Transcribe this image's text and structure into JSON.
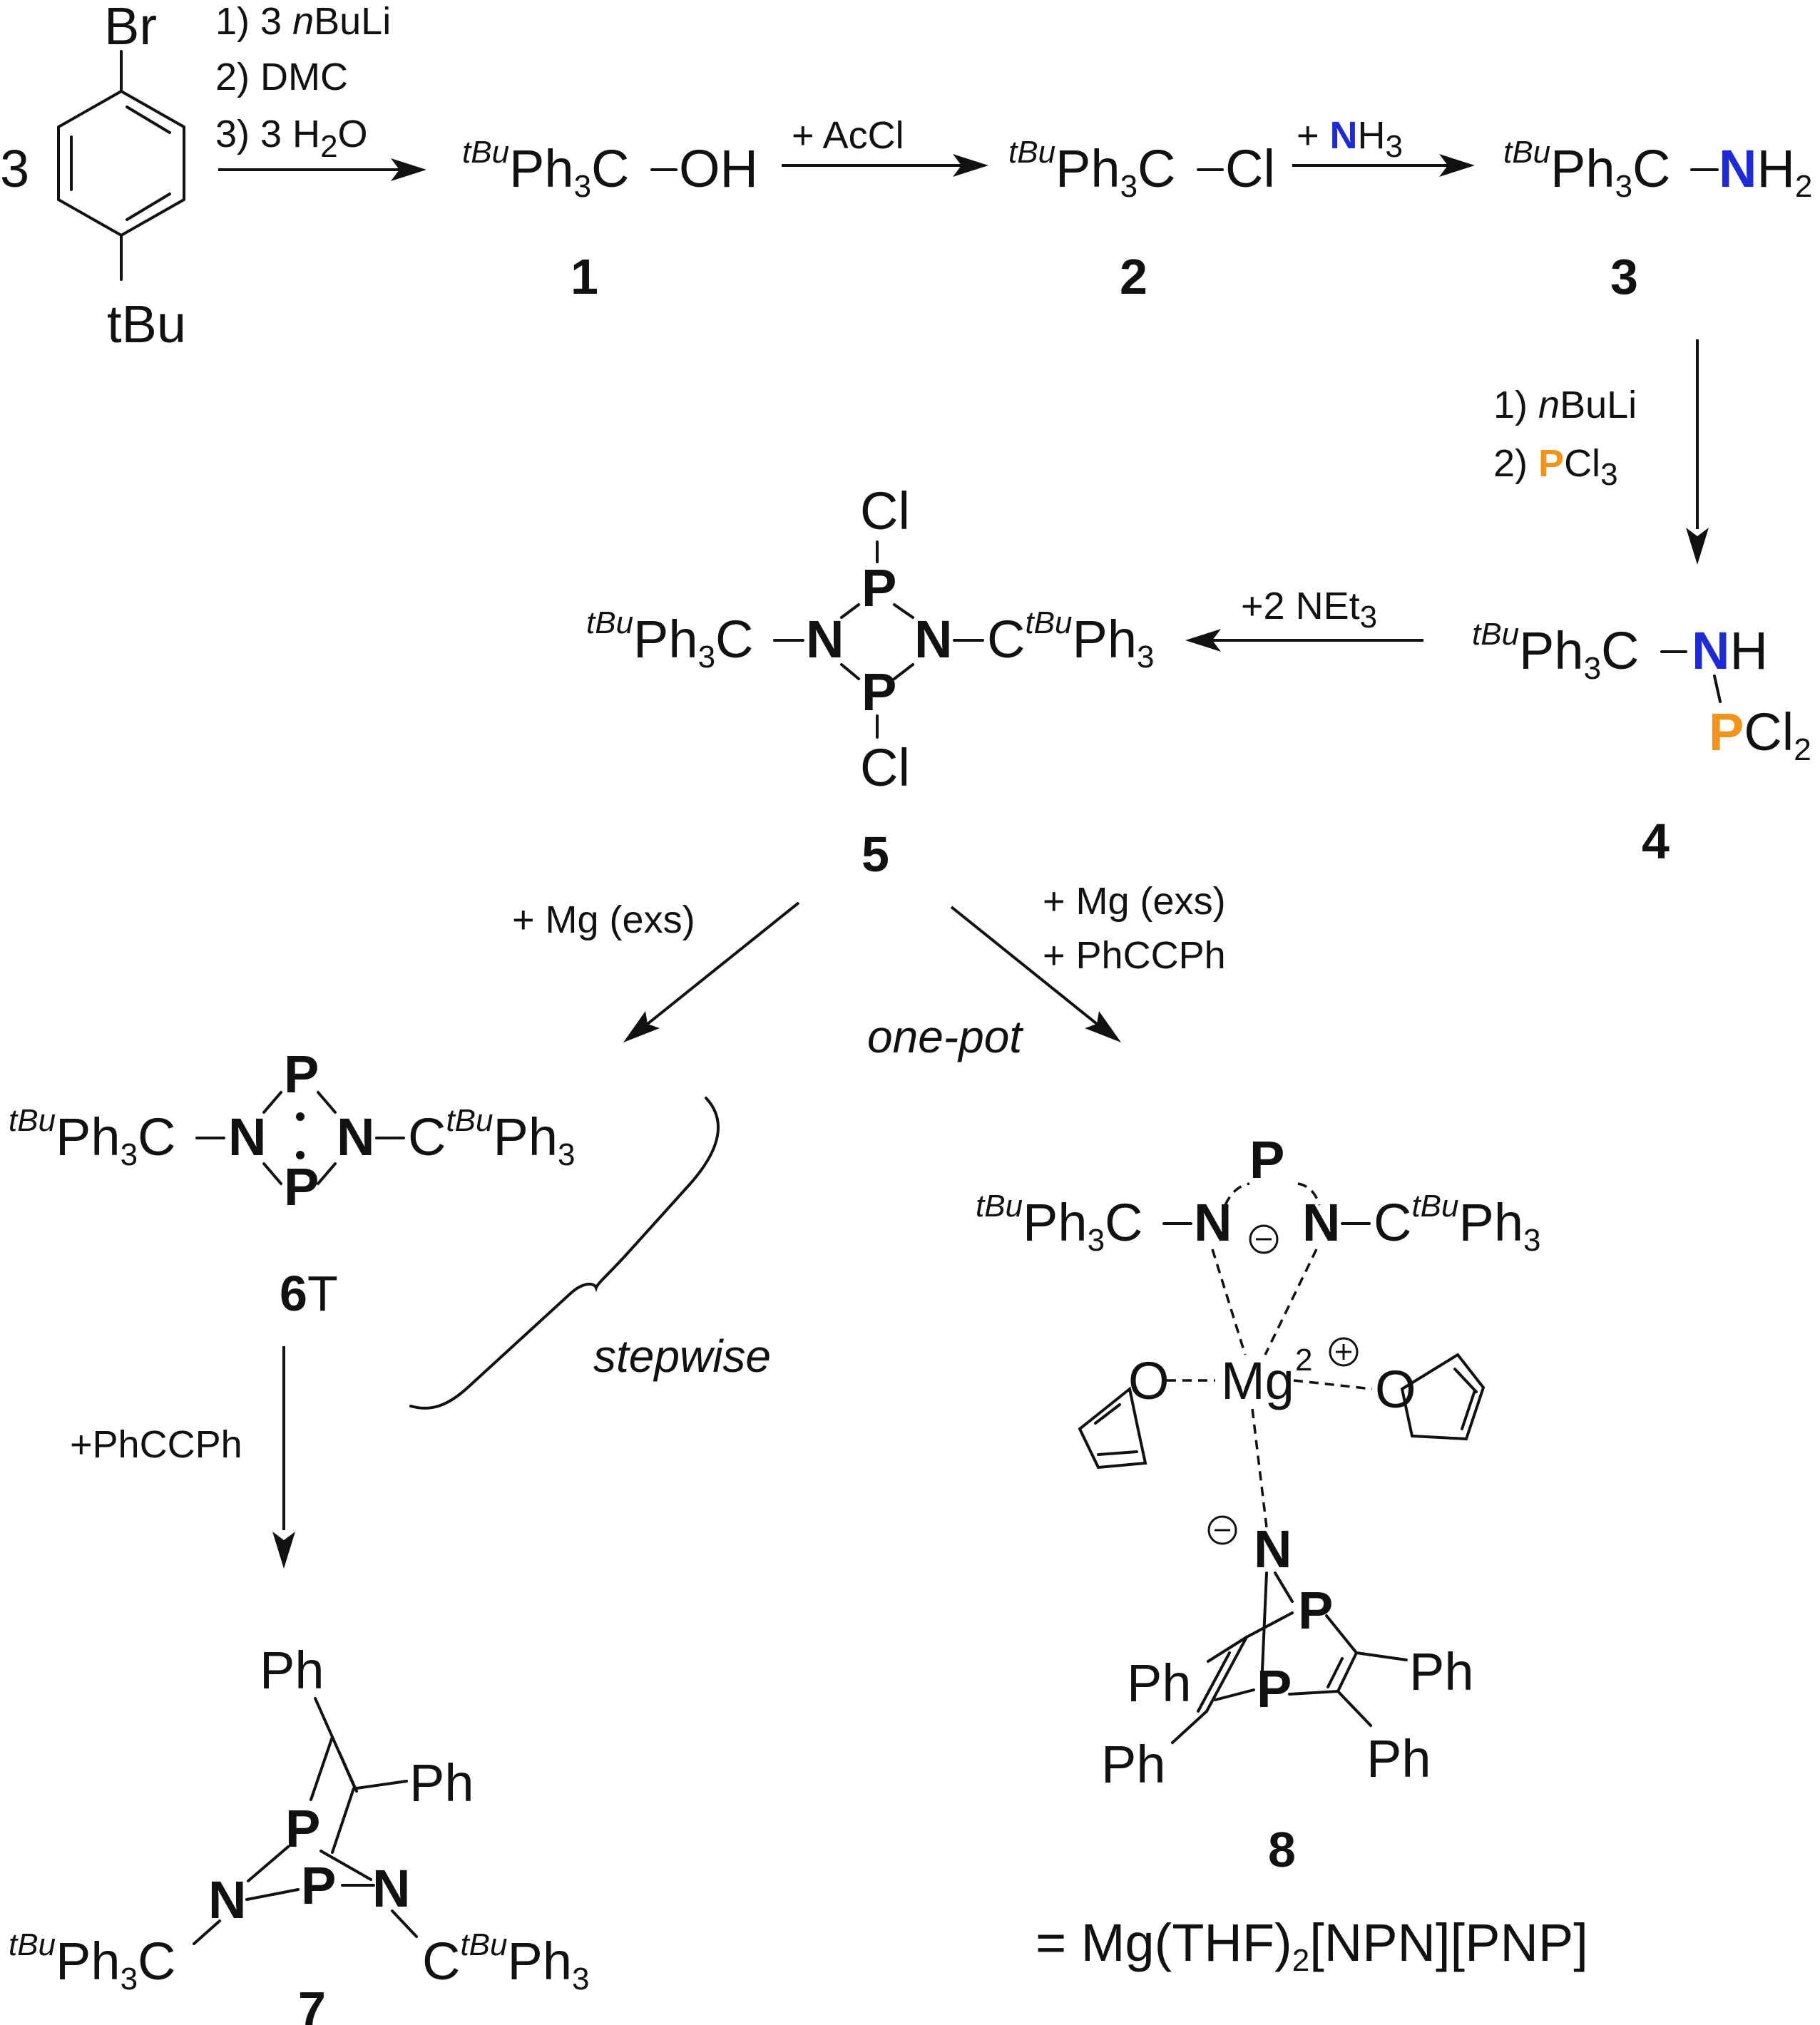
{
  "colors": {
    "N": "#1d2ad6",
    "P": "#f2941c",
    "text": "#111111",
    "annotation": "#8e8e8e"
  },
  "start": {
    "coeff": "3",
    "br": "Br",
    "tbu": "tBu"
  },
  "step1": {
    "c1": "1) 3 ",
    "c1i": "n",
    "c1b": "BuLi",
    "c2": "2) DMC",
    "c3a": "3) 3 H",
    "c3s": "2",
    "c3b": "O"
  },
  "step2": {
    "reagent": "+ AcCl"
  },
  "step3": {
    "plus": "+ ",
    "n": "N",
    "h": "H",
    "sub3": "3"
  },
  "step4": {
    "c1": "1) ",
    "c1i": "n",
    "c1b": "BuLi",
    "c2": "2) ",
    "p": "P",
    "cl": "Cl",
    "sub3": "3"
  },
  "step5": {
    "reagent": "+2 NEt",
    "sub3": "3"
  },
  "step6": {
    "reagent": "+ Mg (exs)"
  },
  "step7": {
    "r1": "+ Mg (exs)",
    "r2": "+ PhCCPh"
  },
  "step8": {
    "reagent": "+PhCCPh"
  },
  "annotations": {
    "onepot": "one-pot",
    "stepwise": "stepwise"
  },
  "frag": {
    "tbu": "tBu",
    "ph": "Ph",
    "sub3": "3",
    "sub2": "2",
    "c": "C",
    "oh": "OH",
    "cl": "Cl",
    "n": "N",
    "h": "H",
    "p": "P",
    "ctbu_c": "C",
    "ph3": "Ph",
    "mg": "Mg",
    "o": "O",
    "two": "2",
    "plus": "+",
    "minus": "−",
    "ph_sub": "Ph"
  },
  "compounds": {
    "c1": "1",
    "c2": "2",
    "c3": "3",
    "c4": "4",
    "c5": "5",
    "c6": "6",
    "c6s": "T",
    "c7": "7",
    "c8": "8"
  },
  "formula8": {
    "a": "= Mg(THF)",
    "s": "2",
    "b": "[NPN][PNP]"
  }
}
